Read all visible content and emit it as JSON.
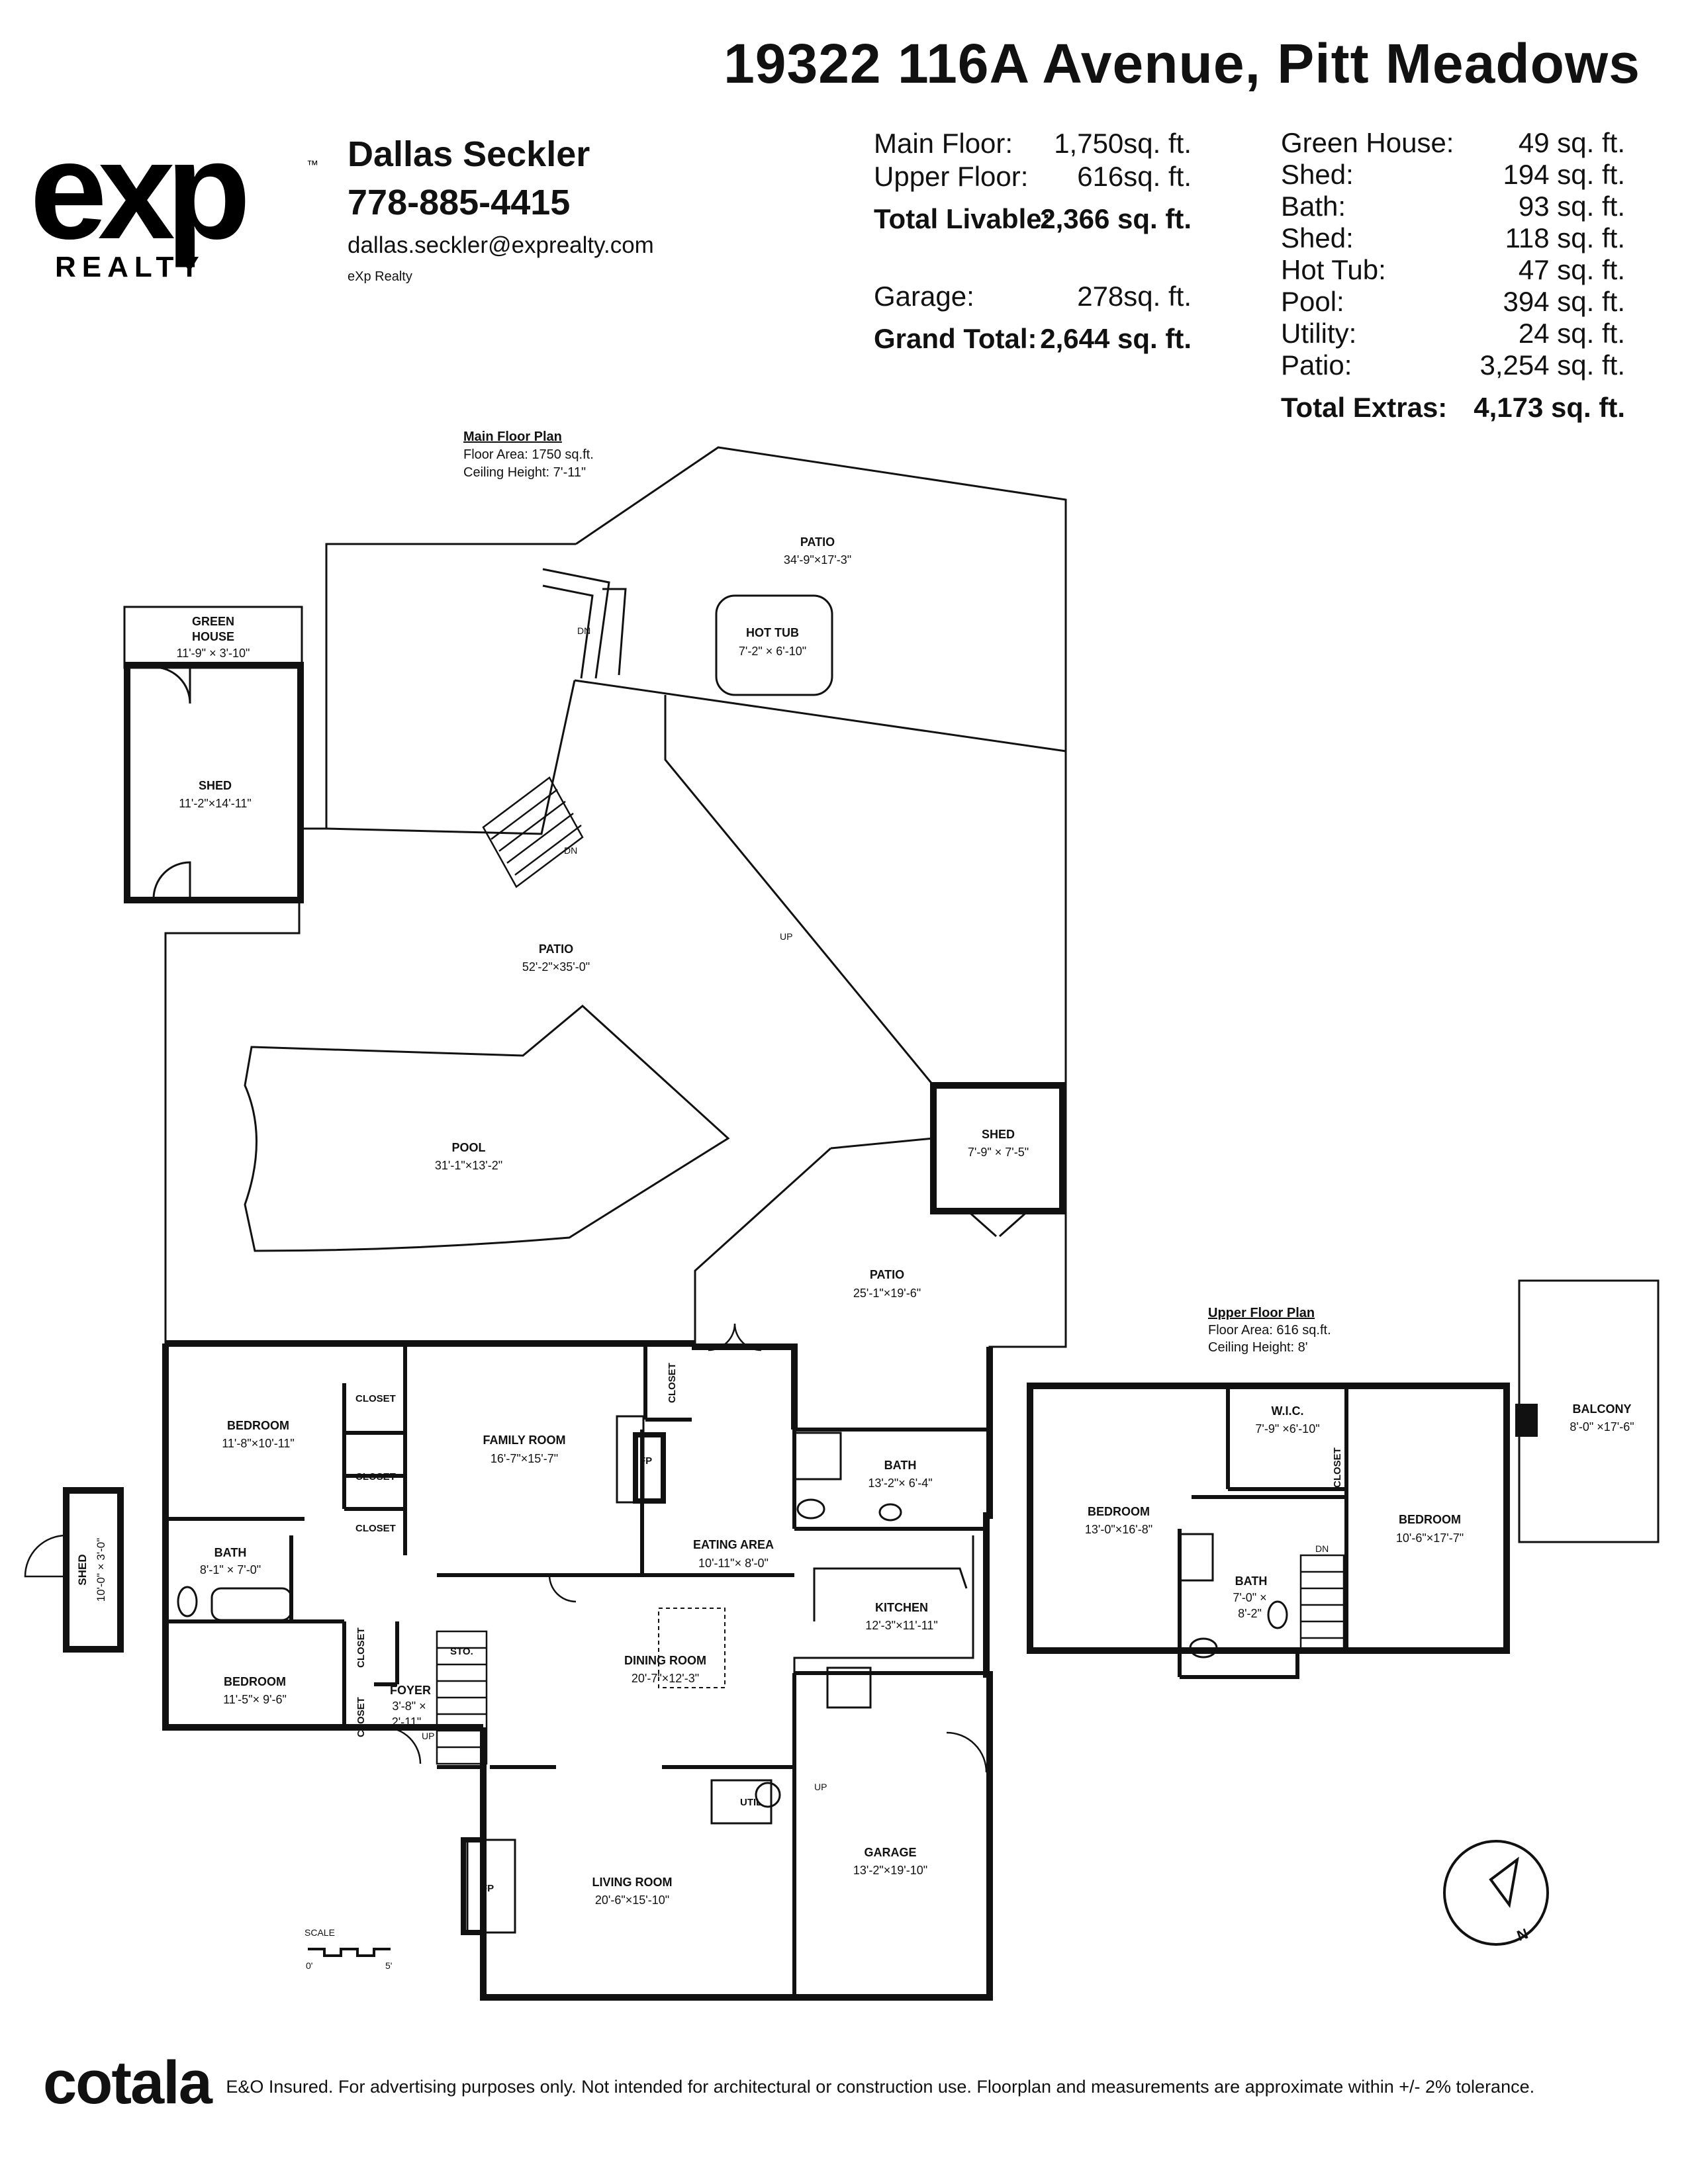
{
  "header": {
    "address": "19322 116A Avenue, Pitt Meadows"
  },
  "brand": {
    "logo_main": "exp",
    "logo_tm": "™",
    "logo_sub": "REALTY"
  },
  "agent": {
    "name": "Dallas Seckler",
    "phone": "778-885-4415",
    "email": "dallas.seckler@exprealty.com",
    "company": "eXp Realty"
  },
  "livable": [
    {
      "label": "Main Floor:",
      "value": "1,750sq. ft."
    },
    {
      "label": "Upper Floor:",
      "value": "616sq. ft."
    },
    {
      "label": "Total Livable:",
      "value": "2,366 sq. ft."
    }
  ],
  "garage": [
    {
      "label": "Garage:",
      "value": "278sq. ft."
    },
    {
      "label": "Grand Total:",
      "value": "2,644 sq. ft."
    }
  ],
  "extras": [
    {
      "label": "Green House:",
      "value": "49 sq. ft."
    },
    {
      "label": "Shed:",
      "value": "194 sq. ft."
    },
    {
      "label": "Bath:",
      "value": "93 sq. ft."
    },
    {
      "label": "Shed:",
      "value": "118 sq. ft."
    },
    {
      "label": "Hot Tub:",
      "value": "47 sq. ft."
    },
    {
      "label": "Pool:",
      "value": "394 sq. ft."
    },
    {
      "label": "Utility:",
      "value": "24 sq. ft."
    },
    {
      "label": "Patio:",
      "value": "3,254 sq. ft."
    },
    {
      "label": "Total Extras:",
      "value": "4,173 sq. ft."
    }
  ],
  "main_plan": {
    "title": "Main Floor Plan",
    "area": "Floor Area: 1750 sq.ft.",
    "ceiling": "Ceiling Height: 7'-11\""
  },
  "upper_plan": {
    "title": "Upper Floor Plan",
    "area": "Floor Area: 616 sq.ft.",
    "ceiling": "Ceiling Height: 8'"
  },
  "rooms": {
    "patio_top": {
      "name": "PATIO",
      "dims": "34'-9\"×17'-3\""
    },
    "hot_tub": {
      "name": "HOT TUB",
      "dims": "7'-2\" × 6'-10\""
    },
    "green_house": {
      "name1": "GREEN",
      "name2": "HOUSE",
      "dims": "11'-9\" × 3'-10\""
    },
    "shed_left": {
      "name": "SHED",
      "dims": "11'-2\"×14'-11\""
    },
    "patio_main": {
      "name": "PATIO",
      "dims": "52'-2\"×35'-0\""
    },
    "pool": {
      "name": "POOL",
      "dims": "31'-1\"×13'-2\""
    },
    "shed_right": {
      "name": "SHED",
      "dims": "7'-9\" × 7'-5\""
    },
    "patio_right": {
      "name": "PATIO",
      "dims": "25'-1\"×19'-6\""
    },
    "bedroom1": {
      "name": "BEDROOM",
      "dims": "11'-8\"×10'-11\""
    },
    "family": {
      "name": "FAMILY ROOM",
      "dims": "16'-7\"×15'-7\""
    },
    "bath_main": {
      "name": "BATH",
      "dims": "13'-2\"× 6'-4\""
    },
    "bath_small": {
      "name": "BATH",
      "dims": "8'-1\" × 7'-0\""
    },
    "eating": {
      "name": "EATING AREA",
      "dims": "10'-11\"× 8'-0\""
    },
    "kitchen": {
      "name": "KITCHEN",
      "dims": "12'-3\"×11'-11\""
    },
    "bedroom2": {
      "name": "BEDROOM",
      "dims": "11'-5\"× 9'-6\""
    },
    "foyer": {
      "name": "FOYER",
      "dims1": "3'-8\" ×",
      "dims2": "2'-11\""
    },
    "dining": {
      "name": "DINING ROOM",
      "dims": "20'-7\"×12'-3\""
    },
    "living": {
      "name": "LIVING ROOM",
      "dims": "20'-6\"×15'-10\""
    },
    "garage": {
      "name": "GARAGE",
      "dims": "13'-2\"×19'-10\""
    },
    "shed_small": {
      "name": "SHED",
      "dims": "10'-0\" × 3'-0\""
    },
    "up_bedroom1": {
      "name": "BEDROOM",
      "dims": "13'-0\"×16'-8\""
    },
    "wic": {
      "name": "W.I.C.",
      "dims": "7'-9\" ×6'-10\""
    },
    "up_bedroom2": {
      "name": "BEDROOM",
      "dims": "10'-6\"×17'-7\""
    },
    "balcony": {
      "name": "BALCONY",
      "dims": "8'-0\" ×17'-6\""
    },
    "up_bath": {
      "name": "BATH",
      "dims1": "7'-0\" ×",
      "dims2": "8'-2\""
    }
  },
  "labels": {
    "closet": "CLOSET",
    "sto": "STO.",
    "fp": "FP",
    "util": "UTIL",
    "up": "UP",
    "dn": "DN",
    "scale": "SCALE",
    "scale_0": "0'",
    "scale_5": "5'",
    "north": "N"
  },
  "footer": {
    "brand": "cotala",
    "disclaimer": "E&O Insured. For advertising purposes only. Not intended for architectural or construction use. Floorplan and measurements are approximate within +/- 2% tolerance."
  }
}
